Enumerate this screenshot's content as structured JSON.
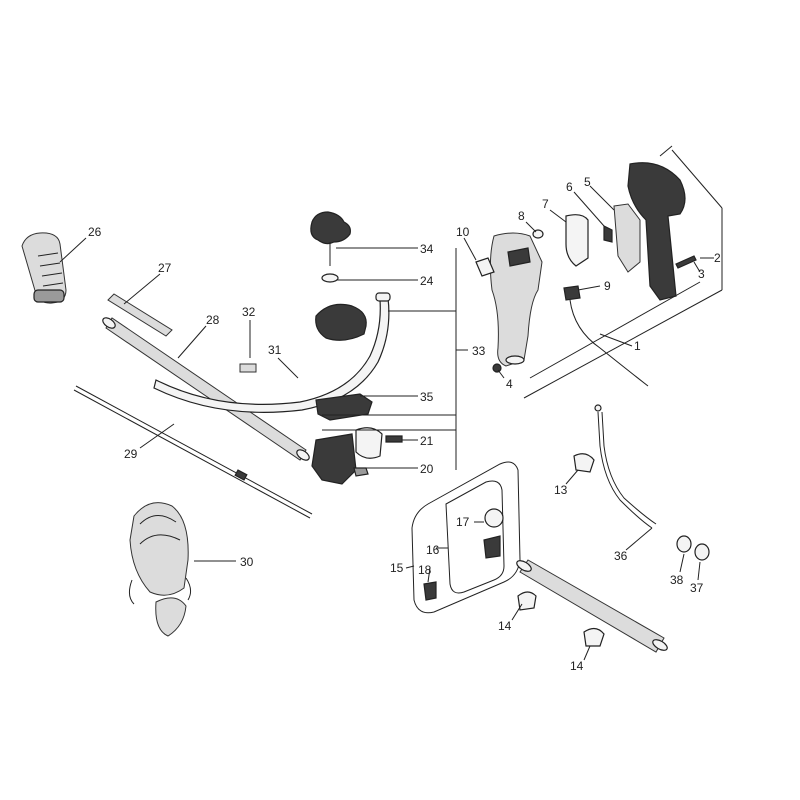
{
  "diagram": {
    "callouts": [
      "1",
      "2",
      "3",
      "4",
      "5",
      "6",
      "7",
      "8",
      "9",
      "10",
      "13",
      "14",
      "14",
      "15",
      "16",
      "17",
      "18",
      "20",
      "21",
      "24",
      "26",
      "27",
      "28",
      "29",
      "30",
      "31",
      "32",
      "33",
      "34",
      "35",
      "36",
      "37",
      "38"
    ]
  }
}
